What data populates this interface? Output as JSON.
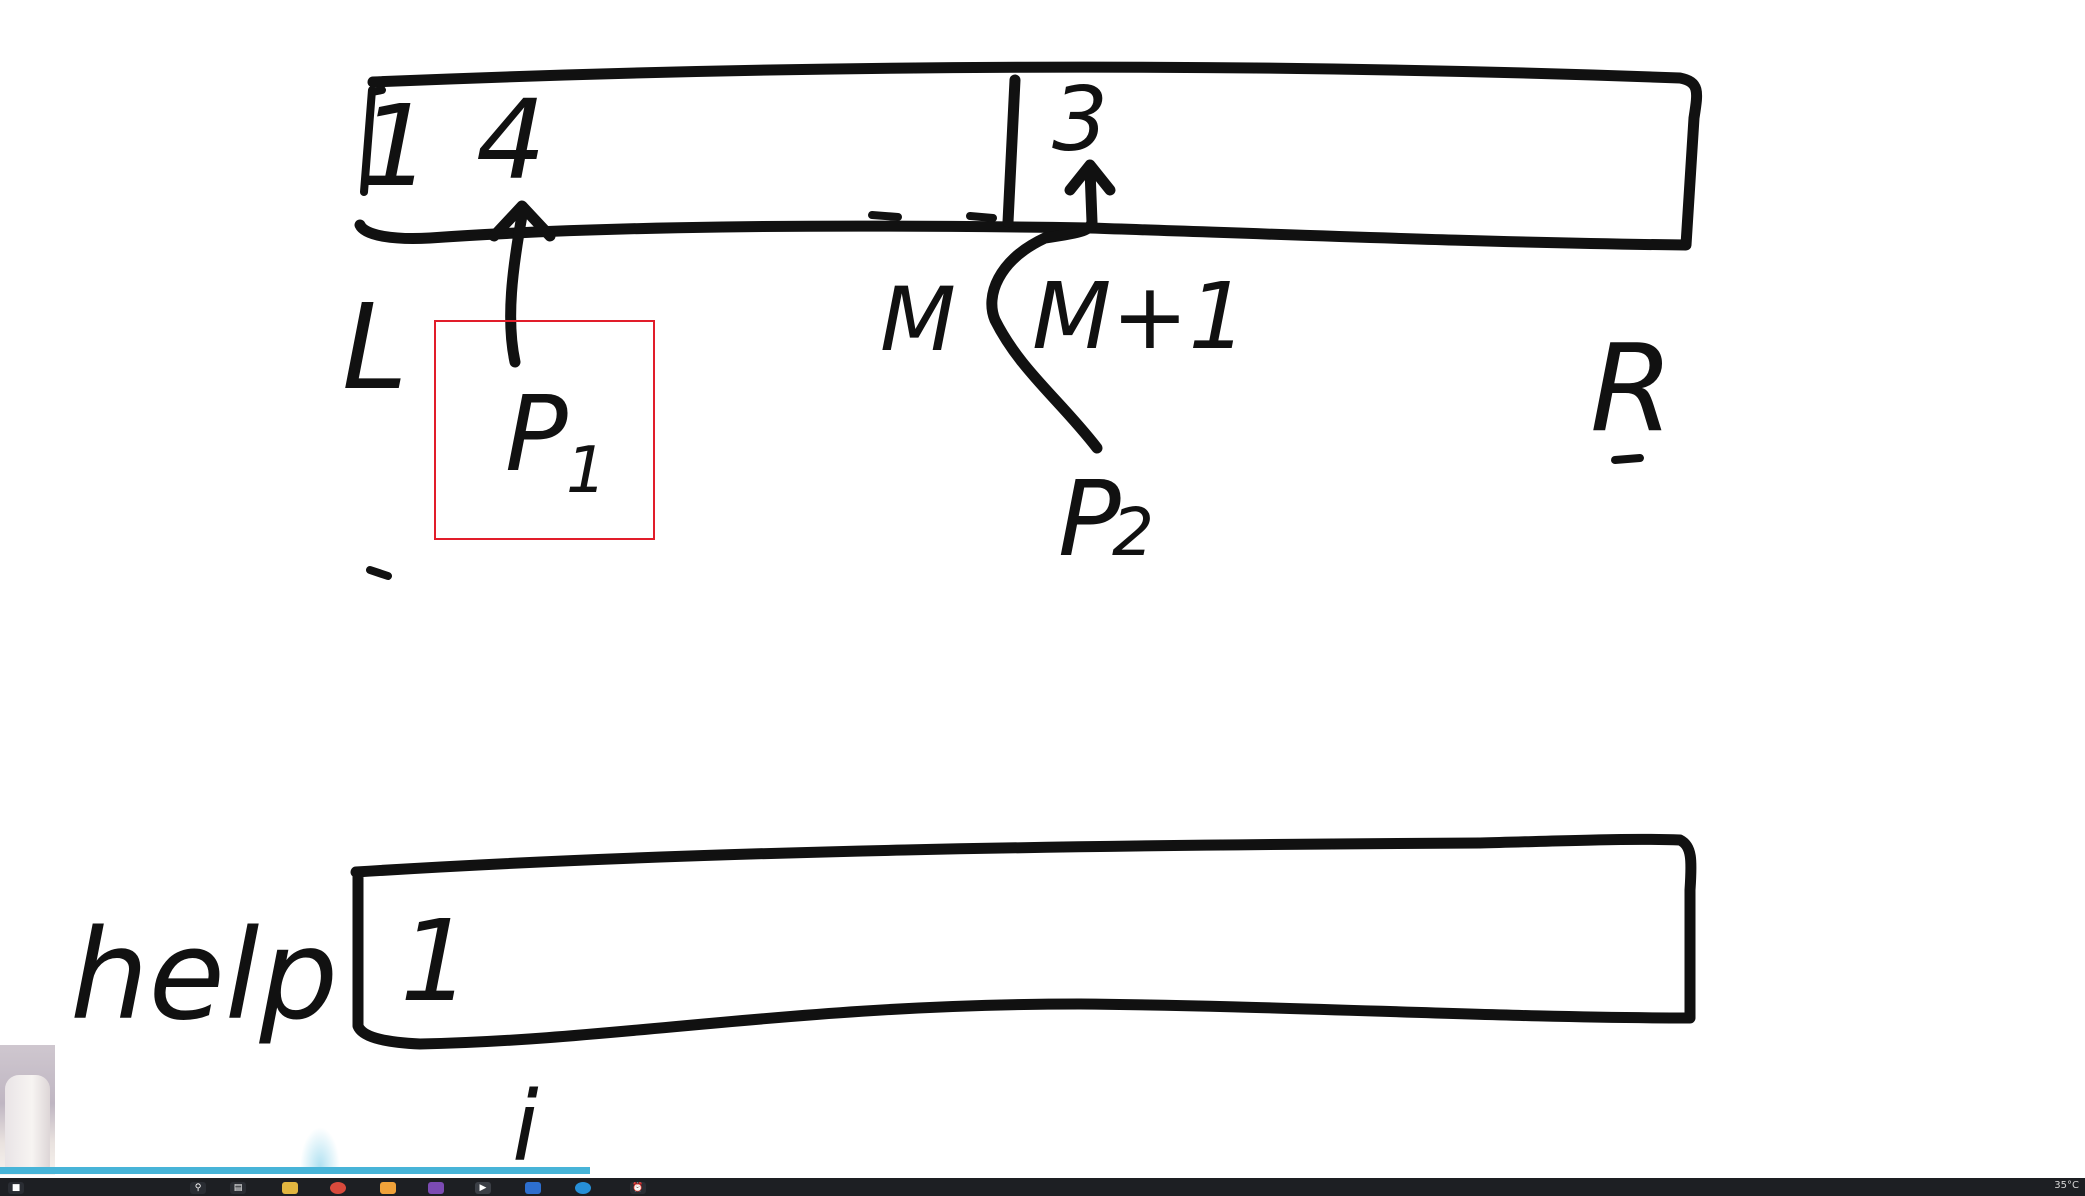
{
  "whiteboard": {
    "array_top": {
      "values": [
        "1",
        "4",
        "3"
      ],
      "labels": {
        "left": "L",
        "mid": "M",
        "mid_next": "M+1",
        "right": "R",
        "pointer1": "P",
        "pointer1_sub": "1",
        "pointer2": "P",
        "pointer2_sub": "2"
      }
    },
    "array_help": {
      "name": "help",
      "values": [
        "1"
      ],
      "index_label": "i"
    },
    "annotation": {
      "color": "#e11d2a",
      "target": "P1"
    }
  },
  "video_player": {
    "progress_color": "#47b4d8"
  },
  "taskbar": {
    "icons": [
      "start-icon",
      "search-icon",
      "task-view-icon",
      "file-explorer-icon",
      "chrome-icon",
      "app-icon",
      "edge-icon",
      "media-player-icon",
      "word-icon",
      "mail-icon",
      "clock-icon"
    ],
    "tray_temperature": "35°C"
  }
}
